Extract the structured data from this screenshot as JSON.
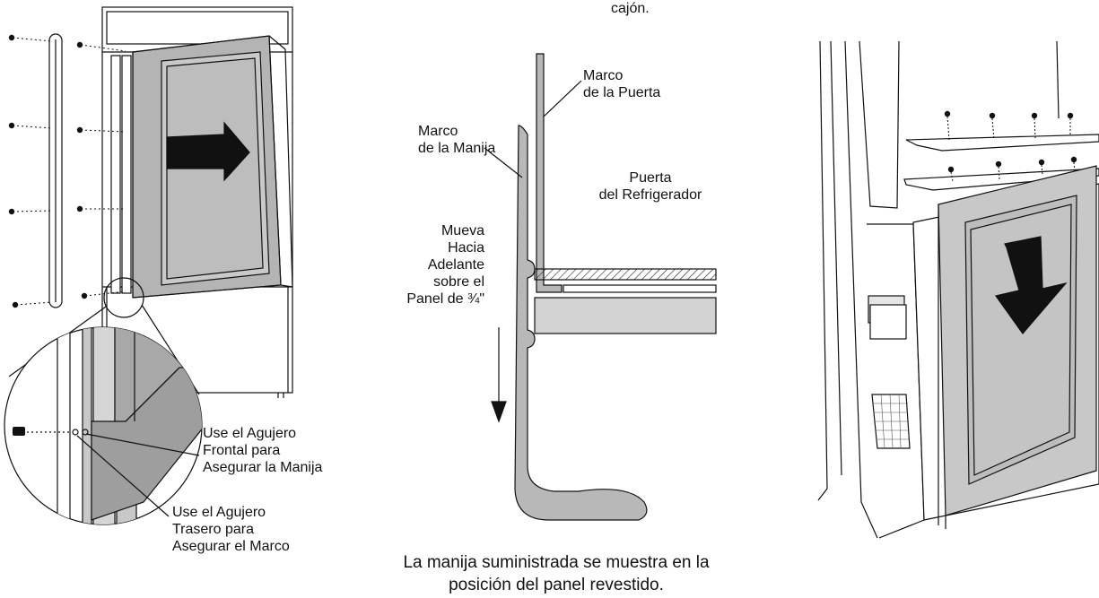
{
  "labels": {
    "top_fragment": "cajón.",
    "use_front_hole": [
      "Use el Agujero",
      "Frontal para",
      "Asegurar la Manija"
    ],
    "use_rear_hole": [
      "Use el Agujero",
      "Trasero para",
      "Asegurar el Marco"
    ],
    "door_frame": [
      "Marco",
      "de la Puerta"
    ],
    "handle_frame": [
      "Marco",
      "de la Manija"
    ],
    "refrigerator_door": [
      "Puerta",
      "del Refrigerador"
    ],
    "move_forward": [
      "Mueva",
      "Hacia",
      "Adelante",
      "sobre el",
      "Panel de ¾\""
    ],
    "caption": [
      "La manija suministrada se muestra en la",
      "posición del panel revestido."
    ]
  }
}
